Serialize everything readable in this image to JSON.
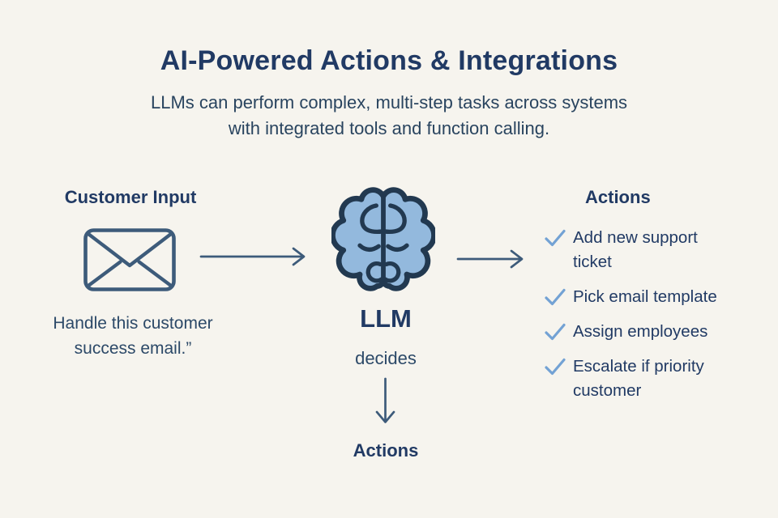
{
  "title": "AI-Powered Actions & Integrations",
  "subtitle_line1": "LLMs can perform complex, multi-step tasks across systems",
  "subtitle_line2": "with integrated tools and function calling.",
  "input_column": {
    "heading": "Customer Input",
    "icon": "envelope-icon",
    "caption_line1": "Handle this customer",
    "caption_line2": "success email.”"
  },
  "llm_column": {
    "icon": "brain-icon",
    "label": "LLM",
    "sublabel": "decides",
    "output_label": "Actions"
  },
  "actions_column": {
    "heading": "Actions",
    "item_icon": "check-icon",
    "items": [
      "Add new support ticket",
      "Pick email template",
      "Assign employees",
      "Escalate if priority customer"
    ]
  },
  "colors": {
    "background": "#f6f4ee",
    "heading_text": "#213a64",
    "body_text": "#2c4968",
    "line_and_outline_icons": "#3d5b7a",
    "brain_fill": "#93b9dd",
    "brain_outline": "#223950",
    "checkmark": "#73a2d4"
  }
}
